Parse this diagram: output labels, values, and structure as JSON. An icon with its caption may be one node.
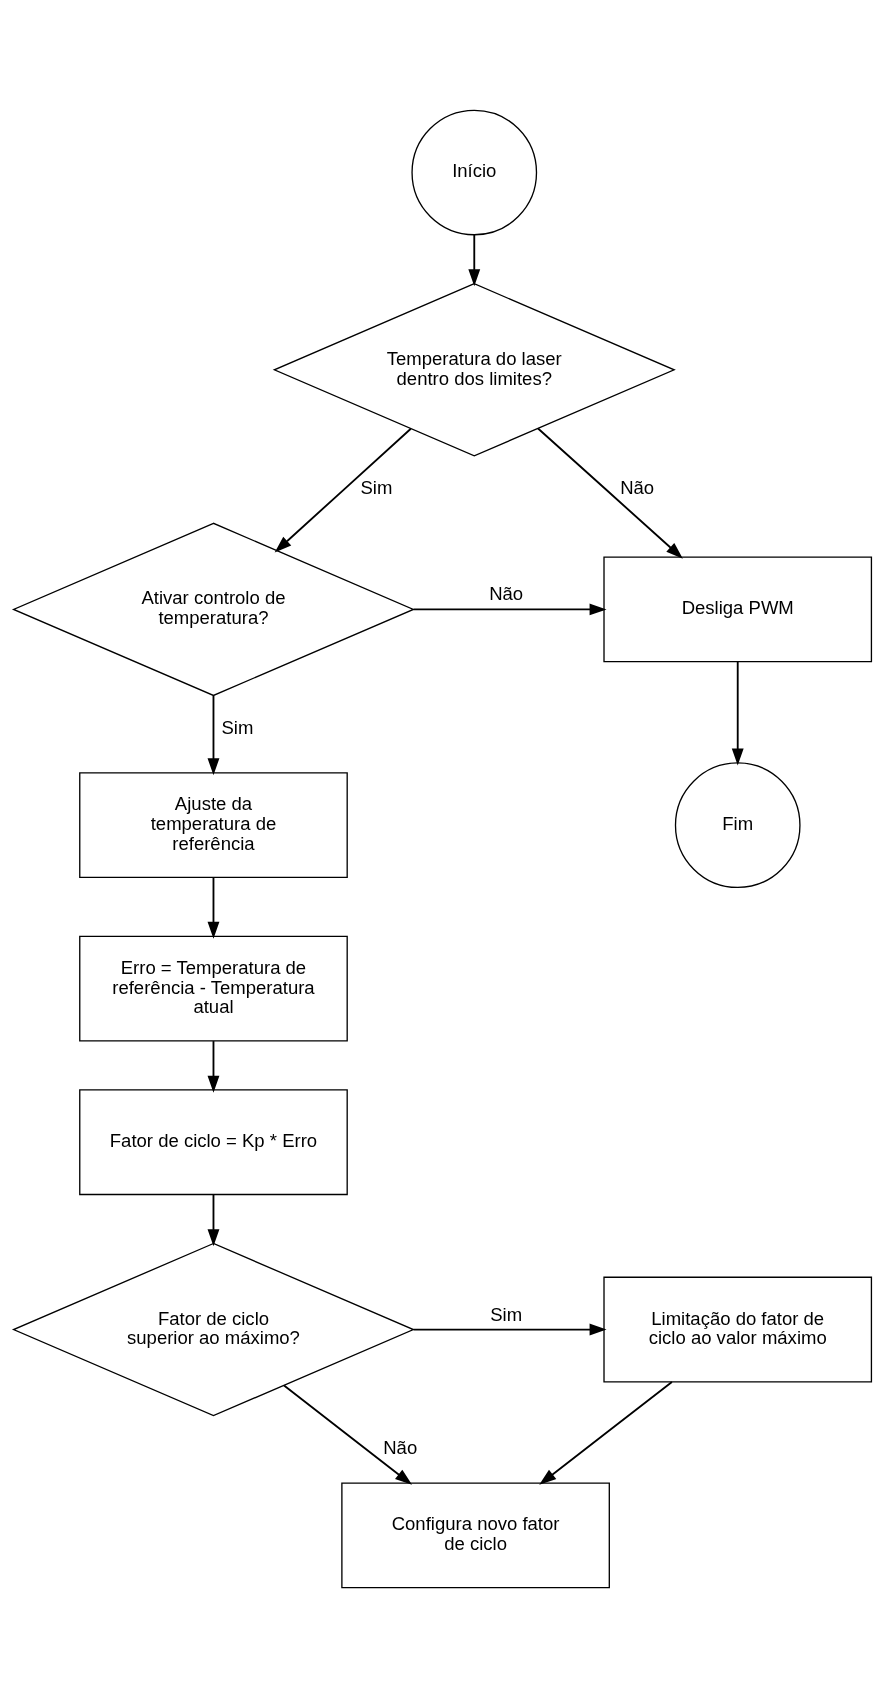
{
  "diagram": {
    "nodes": [
      {
        "text": [
          "Início"
        ]
      },
      {
        "text": [
          "Temperatura do laser dentro dos limites?"
        ]
      },
      {
        "text": [
          "Ativar controlo de temperatura?"
        ]
      },
      {
        "text": [
          "Desliga PWM"
        ]
      },
      {
        "text": [
          "Ajuste da temperatura de referência"
        ]
      },
      {
        "text": [
          "Erro = Temperatura de referência - Temperatura atual"
        ]
      },
      {
        "text": [
          "Fator de ciclo = Kp * Erro"
        ]
      },
      {
        "text": [
          "Fator de ciclo superior ao máximo?"
        ]
      },
      {
        "text": [
          "Limitação do fator de ciclo ao valor máximo"
        ]
      },
      {
        "text": [
          "Configura novo fator de ciclo"
        ]
      },
      {
        "text": [
          "Fim"
        ]
      }
    ],
    "edges": [
      {
        "from": 0,
        "to": 1,
        "arrow": "to"
      },
      {
        "from": 1,
        "to": 2,
        "arrow": "to",
        "label": "Sim"
      },
      {
        "from": 1,
        "to": 3,
        "arrow": "to",
        "label": "Não"
      },
      {
        "from": 2,
        "to": 3,
        "arrow": "to",
        "label": "Não"
      },
      {
        "from": 2,
        "to": 4,
        "arrow": "to",
        "label": "Sim"
      },
      {
        "from": 4,
        "to": 5,
        "arrow": "to"
      },
      {
        "from": 5,
        "to": 6,
        "arrow": "to"
      },
      {
        "from": 6,
        "to": 7,
        "arrow": "to"
      },
      {
        "from": 7,
        "to": 8,
        "arrow": "to",
        "label": "Sim"
      },
      {
        "from": 7,
        "to": 9,
        "arrow": "to",
        "label": "Não"
      },
      {
        "from": 8,
        "to": 9,
        "arrow": "to"
      },
      {
        "from": 3,
        "to": 10,
        "arrow": "to"
      }
    ]
  }
}
